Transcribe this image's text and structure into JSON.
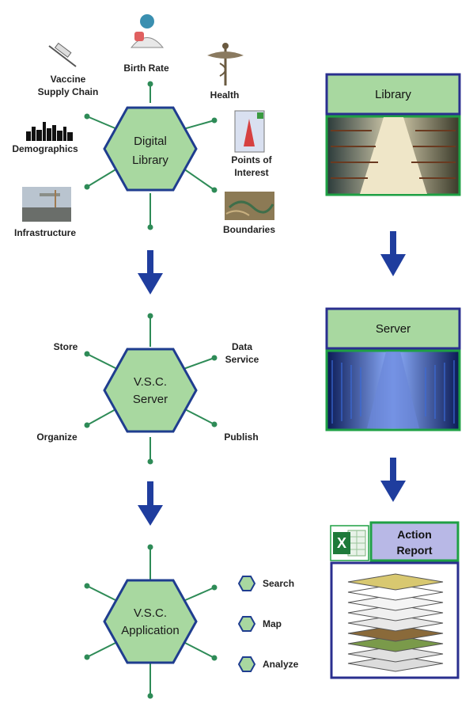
{
  "colors": {
    "hex_fill": "#a8d8a0",
    "hex_stroke": "#1f3d8f",
    "spoke": "#2e8b57",
    "arrow": "#1f3d9e",
    "box_border": "#2a2f8f",
    "library_header": "#a8d8a0",
    "server_header": "#a8d8a0",
    "report_header": "#b8b8e6",
    "green_border": "#1ea044"
  },
  "digital_library": {
    "hex_label": [
      "Digital",
      "Library"
    ],
    "spokes": {
      "birth_rate": "Birth Rate",
      "vaccine": [
        "Vaccine",
        "Supply Chain"
      ],
      "health": "Health",
      "demographics": "Demographics",
      "points_of_interest": [
        "Points of",
        "Interest"
      ],
      "infrastructure": "Infrastructure",
      "boundaries": "Boundaries"
    }
  },
  "server_hub": {
    "hex_label": [
      "V.S.C.",
      "Server"
    ],
    "spokes": {
      "store": "Store",
      "data_service": [
        "Data",
        "Service"
      ],
      "organize": "Organize",
      "publish": "Publish"
    }
  },
  "application_hub": {
    "hex_label": [
      "V.S.C.",
      "Application"
    ],
    "legend": [
      "Search",
      "Map",
      "Analyze"
    ]
  },
  "right_column": {
    "library_title": "Library",
    "server_title": "Server",
    "report_title": [
      "Action",
      "Report"
    ],
    "excel_icon_letter": "X"
  }
}
